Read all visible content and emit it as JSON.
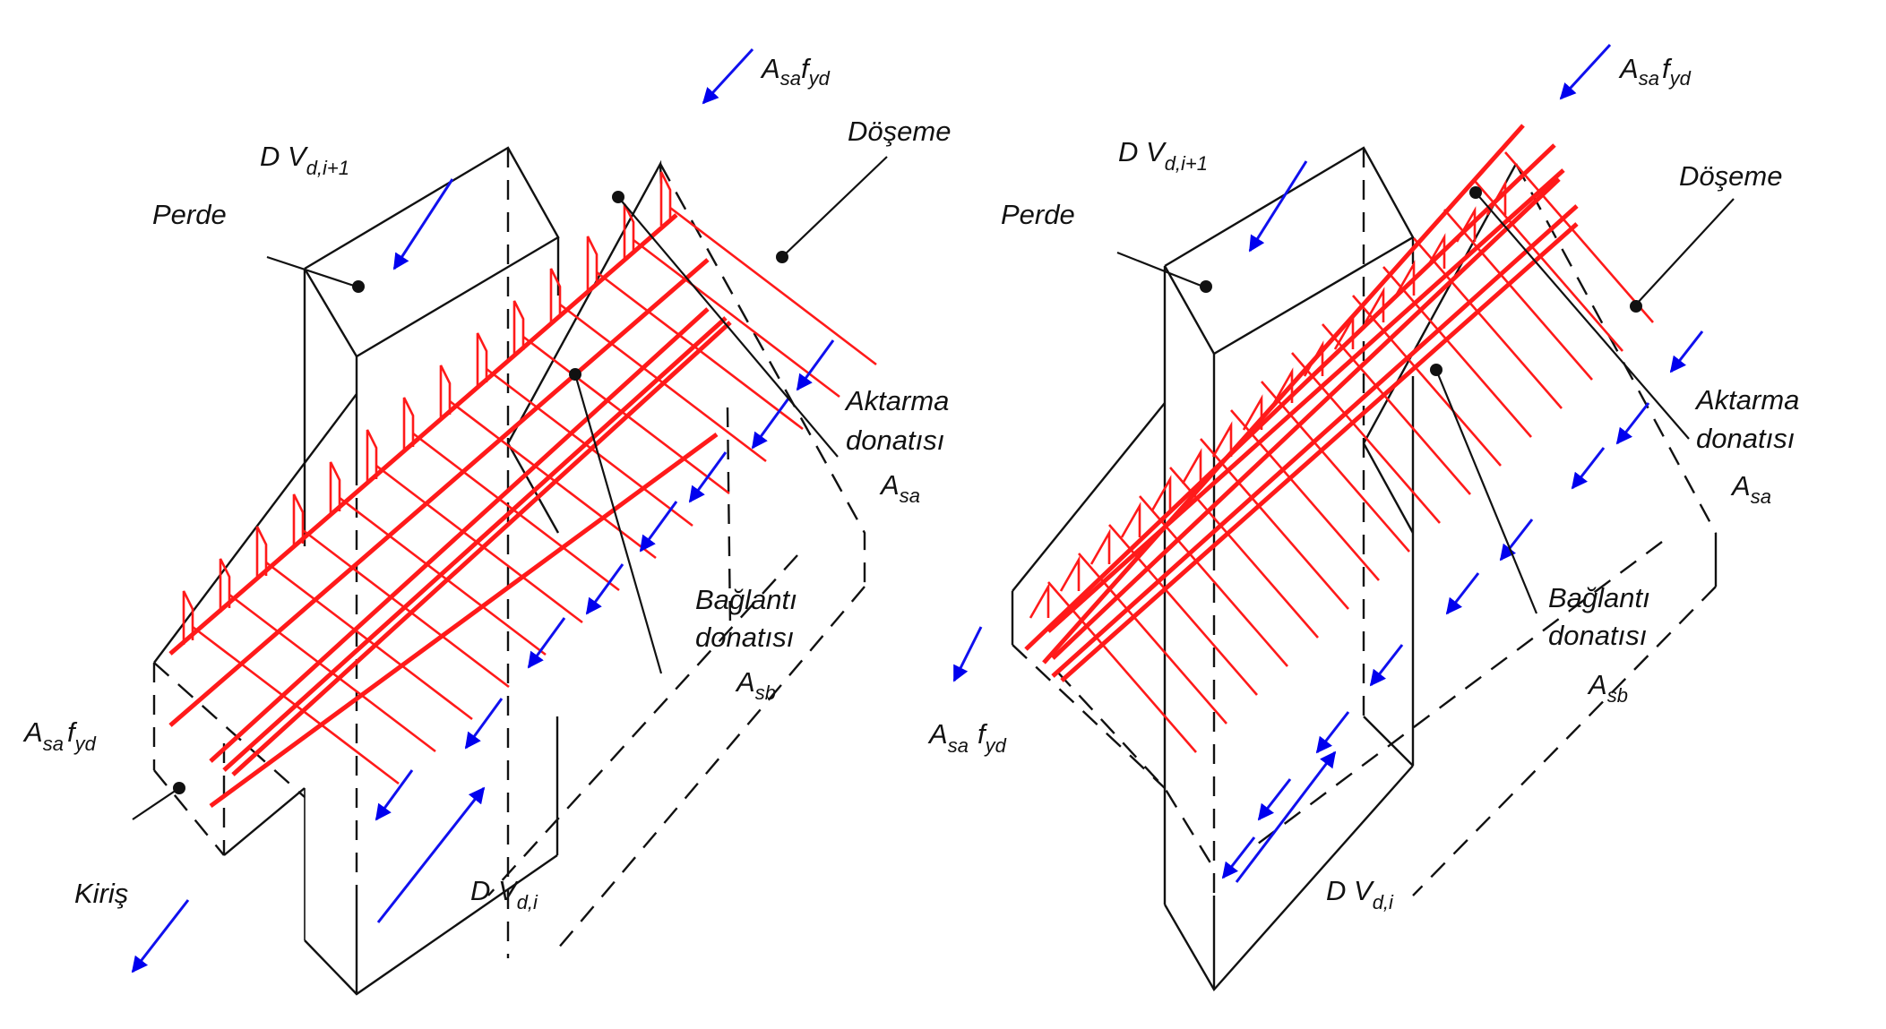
{
  "figure": {
    "description": "Isometric detail of shear wall to beam / slab connection reinforcement (two variants)",
    "colors": {
      "outline": "#111111",
      "reinforcement": "#ff1a1a",
      "force_arrows": "#0000ee"
    }
  },
  "left_diagram": {
    "labels": {
      "shear_top": {
        "main": "D V",
        "sub": "d,i+1"
      },
      "wall": "Perde",
      "slab": "Döşeme",
      "transfer_force_top": {
        "main": "A",
        "sub1": "sa",
        "main2": "f",
        "sub2": "yd"
      },
      "transfer_rebar_line1": "Aktarma",
      "transfer_rebar_line2": "donatısı",
      "transfer_rebar_symbol": {
        "main": "A",
        "sub": "sa"
      },
      "connection_rebar_line1": "Bağlantı",
      "connection_rebar_line2": "donatısı",
      "connection_rebar_symbol": {
        "main": "A",
        "sub": "sb"
      },
      "transfer_force_bottom": {
        "main": "A",
        "sub1": "sa",
        "main2": "f",
        "sub2": "yd"
      },
      "beam": "Kiriş",
      "shear_bottom": {
        "main": "D V",
        "sub": "d,i"
      }
    }
  },
  "right_diagram": {
    "labels": {
      "shear_top": {
        "main": "D V",
        "sub": "d,i+1"
      },
      "wall": "Perde",
      "slab": "Döşeme",
      "transfer_force_top": {
        "main": "A",
        "sub1": "sa",
        "main2": "f",
        "sub2": "yd"
      },
      "transfer_rebar_line1": "Aktarma",
      "transfer_rebar_line2": "donatısı",
      "transfer_rebar_symbol": {
        "main": "A",
        "sub": "sa"
      },
      "connection_rebar_line1": "Bağlantı",
      "connection_rebar_line2": "donatısı",
      "connection_rebar_symbol": {
        "main": "A",
        "sub": "sb"
      },
      "transfer_force_bottom": {
        "main": "A",
        "sub1": "sa",
        "main2": "f",
        "sub2": "yd"
      },
      "shear_bottom": {
        "main": "D V",
        "sub": "d,i"
      }
    }
  }
}
